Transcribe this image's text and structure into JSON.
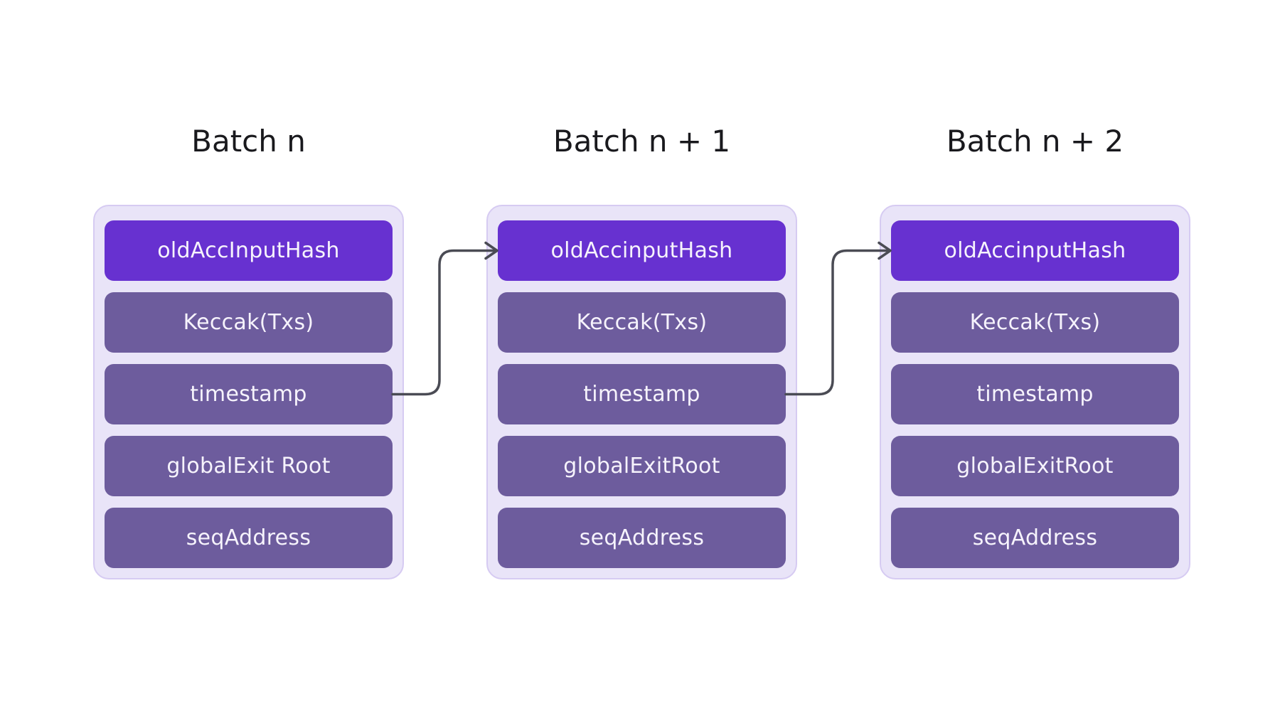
{
  "diagram": {
    "background": "#ffffff",
    "colors": {
      "panel_bg": "#e9e4f8",
      "panel_border": "#d6cbf2",
      "accent_row_bg": "#6731d0",
      "row_bg": "#6d5c9d",
      "row_text": "#f6f3fc",
      "title_text": "#19191d",
      "arrow": "#4a4b54"
    },
    "batches": [
      {
        "title": "Batch n",
        "rows": [
          "oldAccInputHash",
          "Keccak(Txs)",
          "timestamp",
          "globalExit Root",
          "seqAddress"
        ]
      },
      {
        "title": "Batch n + 1",
        "rows": [
          "oldAccinputHash",
          "Keccak(Txs)",
          "timestamp",
          "globalExitRoot",
          "seqAddress"
        ]
      },
      {
        "title": "Batch n + 2",
        "rows": [
          "oldAccinputHash",
          "Keccak(Txs)",
          "timestamp",
          "globalExitRoot",
          "seqAddress"
        ]
      }
    ],
    "connections": [
      {
        "from": "Batch n / timestamp",
        "to": "Batch n + 1 / oldAccinputHash"
      },
      {
        "from": "Batch n + 1 / timestamp",
        "to": "Batch n + 2 / oldAccinputHash"
      }
    ]
  }
}
